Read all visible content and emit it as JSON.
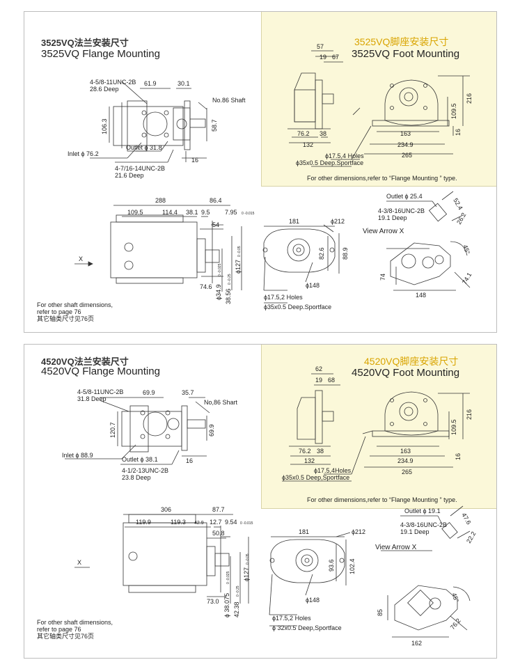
{
  "section_3525": {
    "flange_title_cn": "3525VQ法兰安装尺寸",
    "flange_title_en": "3525VQ Flange Mounting",
    "foot_title_cn": "3525VQ脚座安装尺寸",
    "foot_title_en": "3525VQ Foot Mounting",
    "flange": {
      "thread_top": "4-5/8-11UNC-2B",
      "thread_top_depth": "28.6 Deep",
      "dim_61_9": "61.9",
      "dim_30_1": "30.1",
      "shaft": "No.86 Shaft",
      "dim_106_3": "106.3",
      "dim_58_7": "58.7",
      "inlet": "Inlet ϕ 76.2",
      "outlet": "Outlet ϕ 31.8",
      "dim_16": "16",
      "thread_bottom": "4-7/16-14UNC-2B",
      "thread_bottom_depth": "21.6 Deep"
    },
    "foot": {
      "dim_57": "57",
      "dim_19": "19",
      "dim_67": "67",
      "dim_216": "216",
      "dim_109_5": "109.5",
      "dim_76_2": "76.2",
      "dim_38": "38",
      "dim_163": "163",
      "dim_16": "16",
      "dim_132": "132",
      "dim_234_9": "234.9",
      "dim_265": "265",
      "holes": "ϕ17.5,4 Holes",
      "sportface": "ϕ35x0.5 Deep.Sportface",
      "note": "For other dimensions,refer to “Flange Mounting ” type."
    },
    "side": {
      "dim_288": "288",
      "dim_86_4": "86.4",
      "dim_109_5": "109.5",
      "dim_114_4": "114.4",
      "dim_38_1": "38.1",
      "dim_9_5": "9.5",
      "key": "7.95",
      "key_tol": "0 -0.015",
      "dim_54": "54",
      "dim_74_6": "74.6",
      "dia_34_9": "ϕ34.9",
      "dia_34_9_tol": "0 -0.025",
      "dim_38_56": "38.56",
      "dim_38_56_tol": "0 -0.25",
      "dia_127": "ϕ127",
      "dia_127_tol": "0 -0.05",
      "arrow_label": "X"
    },
    "flange_front": {
      "dim_181": "181",
      "dia_212": "ϕ212",
      "dim_82_6": "82.6",
      "dim_88_9": "88.9",
      "dia_148": "ϕ148",
      "holes": "ϕ17.5,2 Holes",
      "sportface": "ϕ35x0.5 Deep.Sportface"
    },
    "view_x": {
      "outlet": "Outlet ϕ 25.4",
      "thread": "4-3/8-16UNC-2B",
      "depth": "19.1 Deep",
      "dim_52_4": "52.4",
      "dim_26_2": "26.2",
      "title": "View Arrow X",
      "angle": "45°",
      "dim_74": "74",
      "dim_74_1": "74.1",
      "dim_148": "148"
    },
    "shaft_note": [
      "For other shaft dimensions,",
      "refer to page 76",
      "其它轴类尺寸见76页"
    ]
  },
  "section_4520": {
    "flange_title_cn": "4520VQ法兰安装尺寸",
    "flange_title_en": "4520VQ  Flange Mounting",
    "foot_title_cn": "4520VQ脚座安装尺寸",
    "foot_title_en": "4520VQ  Foot Mounting",
    "flange": {
      "thread_top": "4-5/8-11UNC-2B",
      "thread_top_depth": "31.8 Deep",
      "dim_69_9": "69.9",
      "dim_35_7": "35.7",
      "shaft": "No,86 Shart",
      "dim_120_7": "120.7",
      "dim_69_9_v": "69.9",
      "inlet": "Inlet ϕ 88.9",
      "outlet": "Outlet ϕ 38.1",
      "dim_16": "16",
      "thread_bottom": "4-1/2-13UNC-2B",
      "thread_bottom_depth": "23.8 Deep"
    },
    "foot": {
      "dim_62": "62",
      "dim_19": "19",
      "dim_68": "68",
      "dim_216": "216",
      "dim_109_5": "109.5",
      "dim_76_2": "76.2",
      "dim_38": "38",
      "dim_163": "163",
      "dim_16": "16",
      "dim_132": "132",
      "dim_234_9": "234.9",
      "dim_265": "265",
      "holes": "ϕ17.5,4Holes",
      "sportface": "ϕ35x0.5 Deep,Sportface",
      "note": "For other  dimensions,refer to  “Flange Mounting ” type."
    },
    "side": {
      "dim_306": "306",
      "dim_87_7": "87.7",
      "dim_119_9": "119.9",
      "dim_119_3": "119.3",
      "dim_42_9": "42.9",
      "dim_12_7": "12.7",
      "key": "9.54",
      "key_tol": "0 -0.015",
      "dim_50_8": "50.8",
      "dim_73_0": "73.0",
      "dia_38_075": "ϕ 38.075",
      "dia_38_075_tol": "0 -0.025",
      "dim_42_38": "42.38",
      "dim_42_38_tol": "0 -0.25",
      "dia_127": "ϕ127",
      "dia_127_tol": "0 -0.05",
      "arrow_label": "X"
    },
    "flange_front": {
      "dim_181": "181",
      "dia_212": "ϕ212",
      "dim_93_6": "93.6",
      "dim_102_4": "102.4",
      "dia_148": "ϕ148",
      "holes": "ϕ17.5,2 Holes",
      "sportface": "ϕ 32x0.5 Deep,Sportface"
    },
    "view_x": {
      "outlet": "Outlet ϕ 19.1",
      "thread": "4-3/8-16UNC-2B",
      "depth": "19.1 Deep",
      "dim_47_6": "47.6",
      "dim_22_2": "22.2",
      "title": "View Arrow X",
      "angle": "45°",
      "dim_85": "85",
      "dim_76_2": "76.2",
      "dim_162": "162"
    },
    "shaft_note": [
      "For other shaft dimensions,",
      "refer to page 76",
      "其它轴类尺寸见76页"
    ]
  }
}
